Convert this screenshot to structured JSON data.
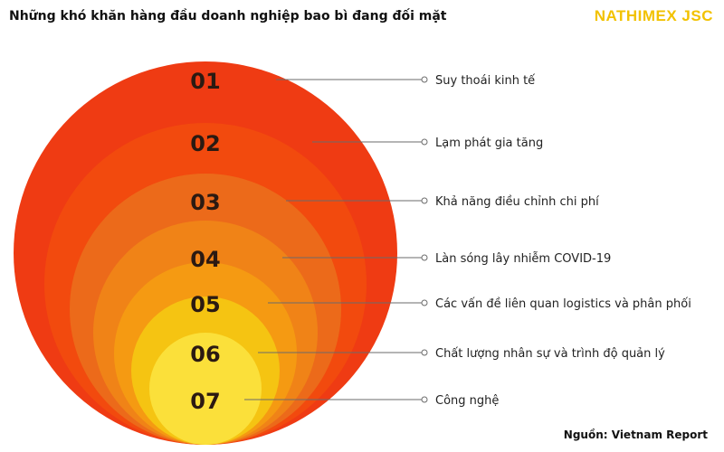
{
  "title": "Những khó khăn hàng đầu doanh nghiệp bao bì đang đối mặt",
  "brand": "NATHIMEX JSC",
  "source": "Nguồn: Vietnam Report",
  "colors": {
    "brand": "#f2c200",
    "leader_line": "#6b6b6b",
    "ring_1": "#ef3b13",
    "ring_2": "#f24a0e",
    "ring_3": "#ec6a1a",
    "ring_4": "#f08317",
    "ring_5": "#f59a12",
    "ring_6": "#f5c412",
    "ring_7": "#fbe03a"
  },
  "items": [
    {
      "number": "01",
      "label": "Suy thoái kinh tế"
    },
    {
      "number": "02",
      "label": "Lạm phát gia tăng"
    },
    {
      "number": "03",
      "label": "Khả năng điều chỉnh chi phí"
    },
    {
      "number": "04",
      "label": "Làn sóng lây nhiễm COVID-19"
    },
    {
      "number": "05",
      "label": "Các vấn đề liên quan logistics và phân phối"
    },
    {
      "number": "06",
      "label": "Chất lượng nhân sự và trình độ quản lý"
    },
    {
      "number": "07",
      "label": "Công nghệ"
    }
  ]
}
